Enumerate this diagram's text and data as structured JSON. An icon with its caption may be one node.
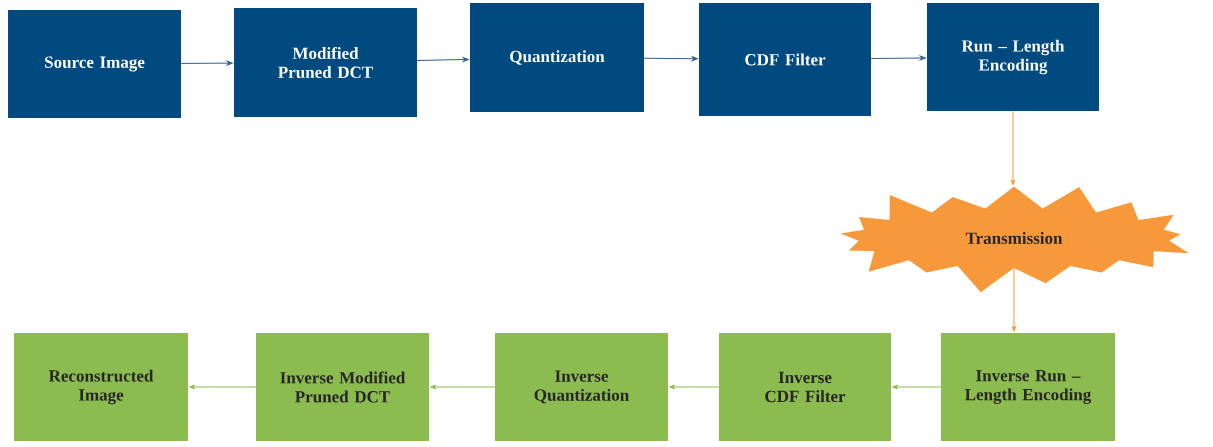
{
  "diagram": {
    "nodes": [
      {
        "text": [
          "Source Image"
        ]
      },
      {
        "text": [
          "Modified Pruned DCT"
        ]
      },
      {
        "text": [
          "Quantization"
        ]
      },
      {
        "text": [
          "CDF Filter"
        ]
      },
      {
        "text": [
          "Run – Length Encoding"
        ]
      },
      {
        "text": [
          "Transmission"
        ]
      },
      {
        "text": [
          "Inverse Run – Length Encoding"
        ]
      },
      {
        "text": [
          "Inverse CDF Filter"
        ]
      },
      {
        "text": [
          "Inverse Quantization"
        ]
      },
      {
        "text": [
          "Inverse Modified Pruned DCT"
        ]
      },
      {
        "text": [
          "Reconstructed Image"
        ]
      }
    ],
    "edges": [
      {
        "from": 0,
        "to": 1,
        "arrow": "to",
        "color": "#2e5e8e"
      },
      {
        "from": 1,
        "to": 2,
        "arrow": "to",
        "color": "#2e5e8e"
      },
      {
        "from": 2,
        "to": 3,
        "arrow": "to",
        "color": "#2e5e8e"
      },
      {
        "from": 3,
        "to": 4,
        "arrow": "to",
        "color": "#2e5e8e"
      },
      {
        "from": 4,
        "to": 5,
        "arrow": "to",
        "color": "#f7993a"
      },
      {
        "from": 5,
        "to": 6,
        "arrow": "to",
        "color": "#f7993a"
      },
      {
        "from": 6,
        "to": 7,
        "arrow": "to",
        "color": "#8cbb4f"
      },
      {
        "from": 7,
        "to": 8,
        "arrow": "to",
        "color": "#8cbb4f"
      },
      {
        "from": 8,
        "to": 9,
        "arrow": "to",
        "color": "#8cbb4f"
      },
      {
        "from": 9,
        "to": 10,
        "arrow": "to",
        "color": "#8cbb4f"
      }
    ]
  }
}
